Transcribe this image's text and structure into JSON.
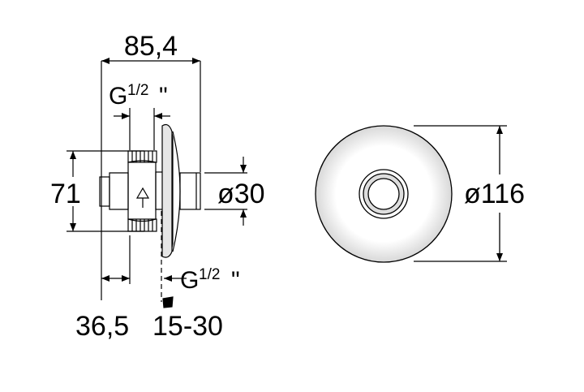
{
  "dimensions": {
    "overall_depth": "85,4",
    "thread_top_letter": "G",
    "thread_top_fraction": "1/2",
    "thread_top_quote": "\"",
    "height": "71",
    "button_diameter": "ø30",
    "thread_bottom_letter": "G",
    "thread_bottom_fraction": "1/2",
    "thread_bottom_quote": "\"",
    "body_offset": "36,5",
    "wall_range": "15-30",
    "plate_diameter": "ø116"
  },
  "colors": {
    "line": "#000000",
    "background": "#ffffff"
  }
}
